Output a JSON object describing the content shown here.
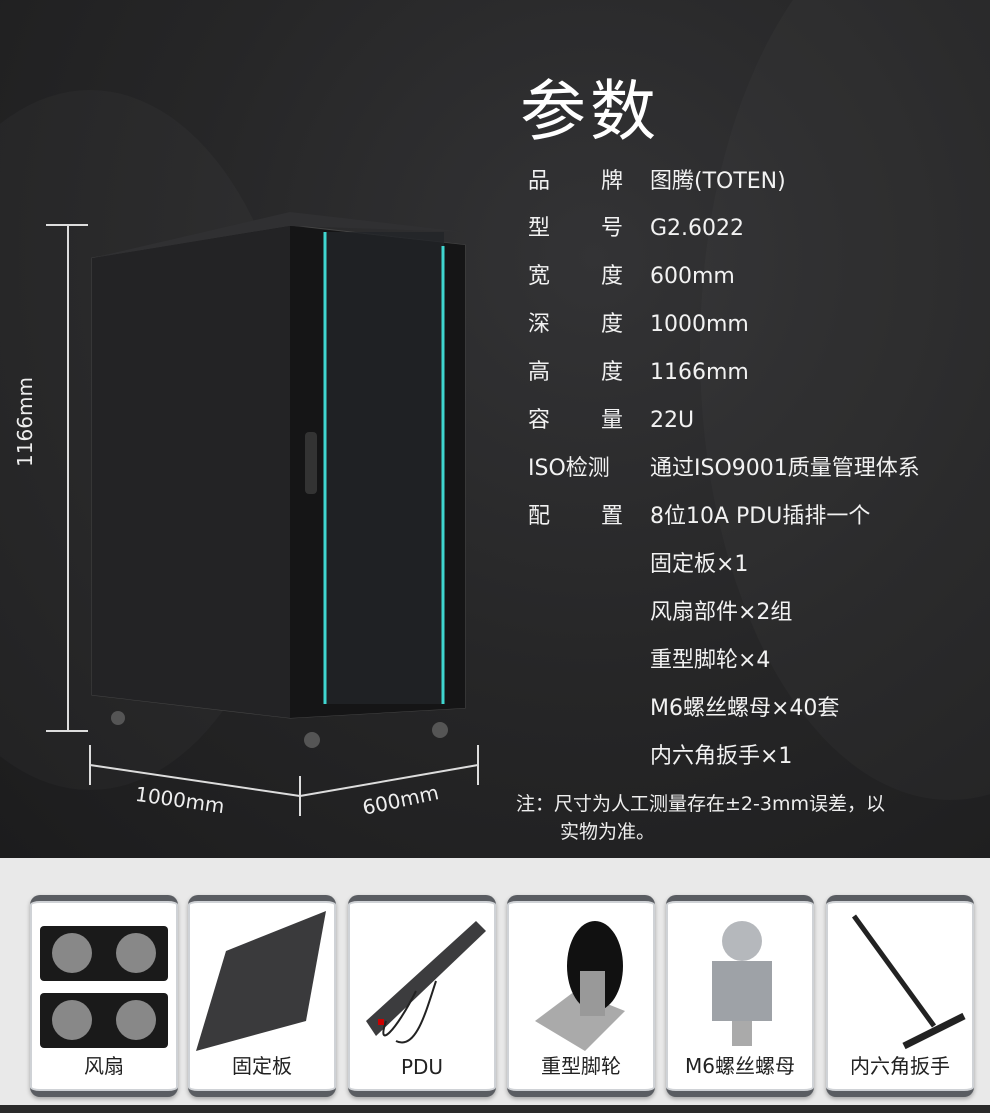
{
  "title": "参数",
  "specs": [
    {
      "label": [
        "品",
        "牌"
      ],
      "value": "图腾(TOTEN)"
    },
    {
      "label": [
        "型",
        "号"
      ],
      "value": "G2.6022"
    },
    {
      "label": [
        "宽",
        "度"
      ],
      "value": "600mm"
    },
    {
      "label": [
        "深",
        "度"
      ],
      "value": "1000mm"
    },
    {
      "label": [
        "高",
        "度"
      ],
      "value": "1166mm"
    },
    {
      "label": [
        "容",
        "量"
      ],
      "value": "22U"
    },
    {
      "label": [
        "ISO检测",
        ""
      ],
      "value": "通过ISO9001质量管理体系"
    },
    {
      "label": [
        "配",
        "置"
      ],
      "value": "8位10A  PDU插排一个"
    }
  ],
  "config_extra": [
    "固定板×1",
    "风扇部件×2组",
    "重型脚轮×4",
    "M6螺丝螺母×40套",
    "内六角扳手×1"
  ],
  "note": {
    "line1": "注：尺寸为人工测量存在±2-3mm误差，以",
    "line2": "实物为准。"
  },
  "dimensions": {
    "height": "1166mm",
    "depth": "1000mm",
    "width": "600mm"
  },
  "accessories": [
    {
      "label": "风扇",
      "icon": "fan-icon"
    },
    {
      "label": "固定板",
      "icon": "shelf-icon"
    },
    {
      "label": "PDU",
      "icon": "pdu-icon"
    },
    {
      "label": "重型脚轮",
      "icon": "caster-icon"
    },
    {
      "label": "M6螺丝螺母",
      "icon": "cage-nut-icon"
    },
    {
      "label": "内六角扳手",
      "icon": "hex-wrench-icon"
    }
  ],
  "colors": {
    "accent": "#3fd6d0",
    "background": "#262627"
  }
}
